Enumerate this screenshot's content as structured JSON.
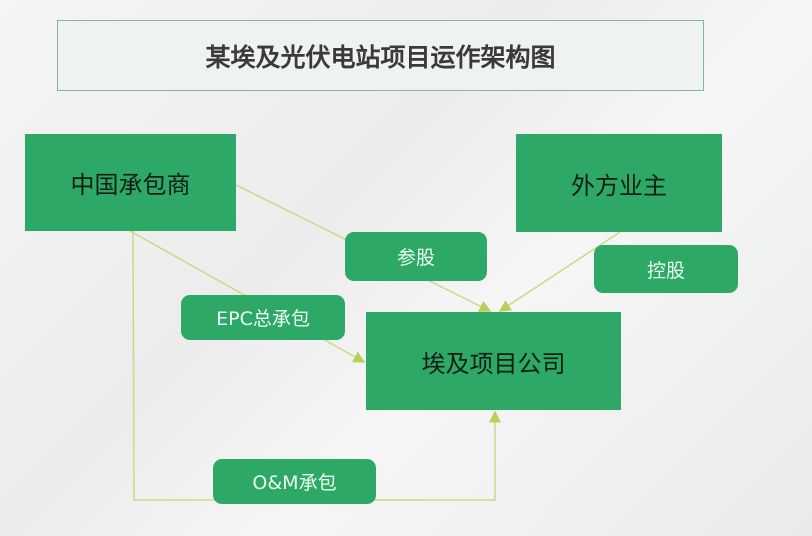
{
  "title": "某埃及光伏电站项目运作架构图",
  "nodes": {
    "china_contractor": "中国承包商",
    "foreign_owner": "外方业主",
    "egypt_company": "埃及项目公司"
  },
  "relations": {
    "equity": "参股",
    "control": "控股",
    "epc": "EPC总承包",
    "om": "O&M承包"
  },
  "colors": {
    "box": "#2ea866",
    "line": "#c9d98a"
  }
}
